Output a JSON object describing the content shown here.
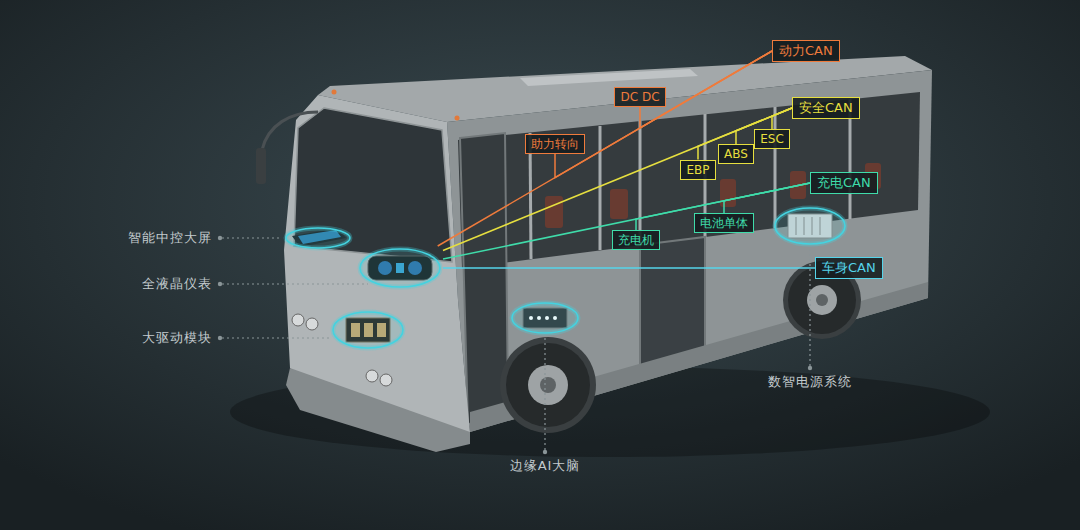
{
  "diagram": {
    "nodes": [
      {
        "text": [
          "动力CAN"
        ]
      },
      {
        "text": [
          "DC DC"
        ]
      },
      {
        "text": [
          "助力转向"
        ]
      },
      {
        "text": [
          "安全CAN"
        ]
      },
      {
        "text": [
          "EBP"
        ]
      },
      {
        "text": [
          "ABS"
        ]
      },
      {
        "text": [
          "ESC"
        ]
      },
      {
        "text": [
          "充电CAN"
        ]
      },
      {
        "text": [
          "充电机"
        ]
      },
      {
        "text": [
          "电池单体"
        ]
      },
      {
        "text": [
          "车身CAN"
        ]
      },
      {
        "text": [
          "智能中控大屏"
        ]
      },
      {
        "text": [
          "全液晶仪表"
        ]
      },
      {
        "text": [
          "大驱动模块"
        ]
      },
      {
        "text": [
          "边缘AI大脑"
        ]
      },
      {
        "text": [
          "数智电源系统"
        ]
      }
    ],
    "edges": [
      {
        "from": 12,
        "to": 0,
        "arrow": "none"
      },
      {
        "from": 1,
        "to": 0,
        "arrow": "none"
      },
      {
        "from": 2,
        "to": 0,
        "arrow": "none"
      },
      {
        "from": 12,
        "to": 3,
        "arrow": "none"
      },
      {
        "from": 4,
        "to": 3,
        "arrow": "none"
      },
      {
        "from": 5,
        "to": 3,
        "arrow": "none"
      },
      {
        "from": 6,
        "to": 3,
        "arrow": "none"
      },
      {
        "from": 12,
        "to": 7,
        "arrow": "none"
      },
      {
        "from": 8,
        "to": 7,
        "arrow": "none"
      },
      {
        "from": 9,
        "to": 7,
        "arrow": "none"
      },
      {
        "from": 12,
        "to": 10,
        "arrow": "none"
      }
    ]
  }
}
